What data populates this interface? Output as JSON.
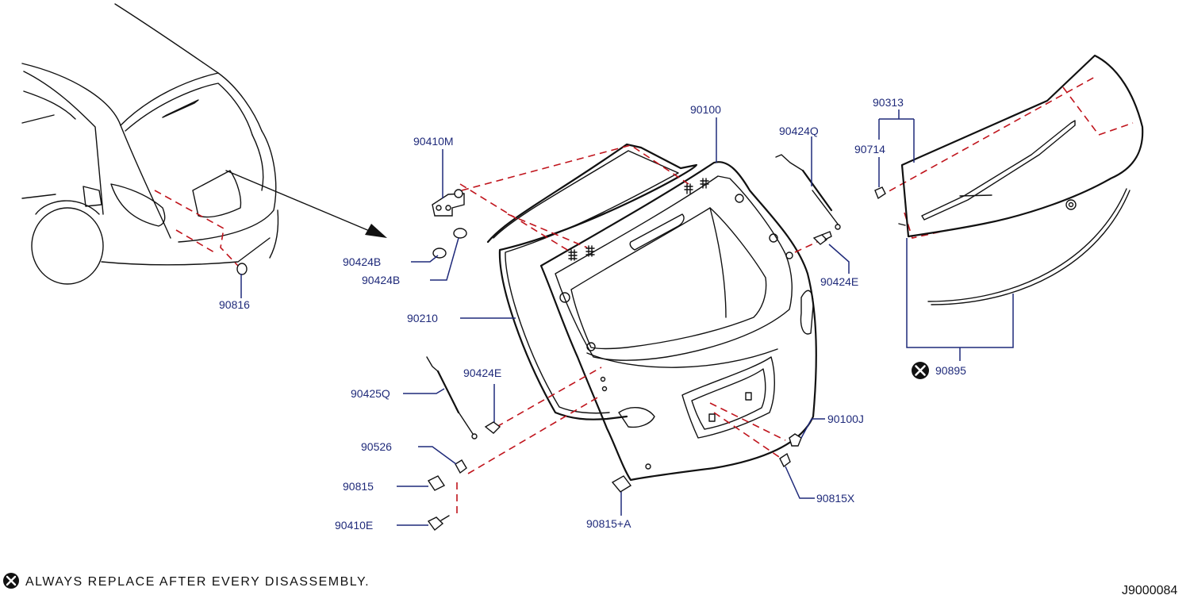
{
  "labels": {
    "p90100": "90100",
    "p90410M": "90410M",
    "p90424Q": "90424Q",
    "p90313": "90313",
    "p90714": "90714",
    "p90424B_1": "90424B",
    "p90424B_2": "90424B",
    "p90816": "90816",
    "p90424E_right": "90424E",
    "p90210": "90210",
    "p90424E_left": "90424E",
    "p90425Q": "90425Q",
    "p90895": "90895",
    "p90100J": "90100J",
    "p90526": "90526",
    "p90815": "90815",
    "p90815X": "90815X",
    "p90410E": "90410E",
    "p90815A": "90815+A"
  },
  "footer": {
    "note": "ALWAYS  REPLACE  AFTER  EVERY  DISASSEMBLY.",
    "diagram_code": "J9000084"
  },
  "colors": {
    "label": "#1f2a7a",
    "dashed_guide": "#c0141c",
    "line_art": "#111111"
  },
  "icons": {
    "replace_marker": "x-circle-icon"
  }
}
